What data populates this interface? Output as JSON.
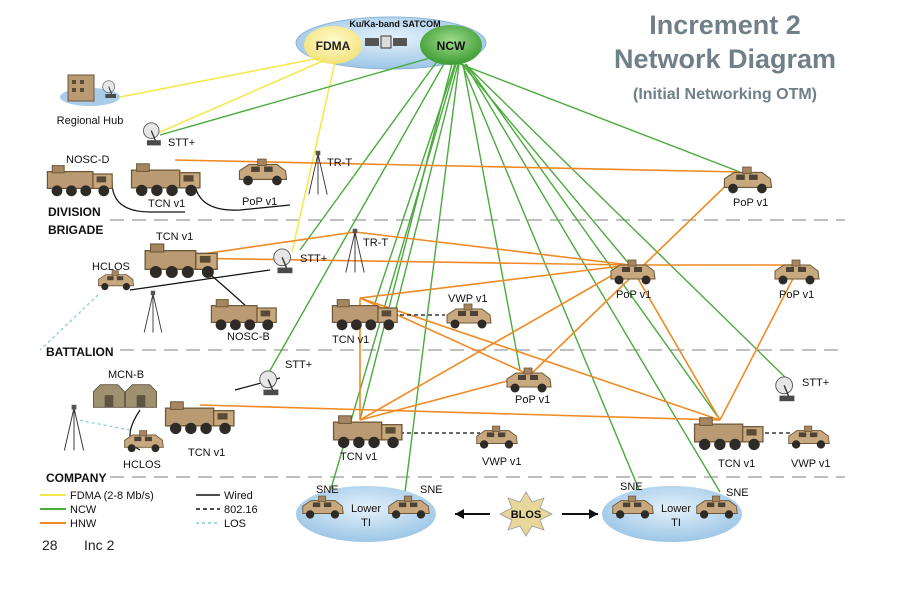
{
  "title": {
    "line1": "Increment 2",
    "line2": "Network Diagram",
    "line3": "(Initial Networking OTM)"
  },
  "colors": {
    "fdma": "#f4e94c",
    "ncw": "#4aaa3c",
    "hnw": "#f08a24",
    "los": "#7ec8e3",
    "title": "#6f8088",
    "vehicle": "#b99a73",
    "cloud": "#a9cde9"
  },
  "satcom": {
    "label": "Ku/Ka-band SATCOM",
    "fdma": "FDMA",
    "ncw": "NCW"
  },
  "echelons": {
    "division": "DIVISION",
    "brigade": "BRIGADE",
    "battalion": "BATTALION",
    "company": "COMPANY"
  },
  "nodes": {
    "regional_hub": "Regional Hub",
    "nosc_d": "NOSC-D",
    "stt_div": "STT+",
    "tcn_div": "TCN v1",
    "pop_div": "PoP v1",
    "trt_div": "TR-T",
    "pop_div_right": "PoP v1",
    "tcn_bde": "TCN v1",
    "hclos_bde": "HCLOS",
    "stt_bde": "STT+",
    "trt_bde": "TR-T",
    "nosc_b": "NOSC-B",
    "tcn_bde_center": "TCN v1",
    "vwp_bde": "VWP v1",
    "pop_bde_1": "PoP v1",
    "pop_bde_2": "PoP v1",
    "mcn_b": "MCN-B",
    "stt_bn": "STT+",
    "tcn_bn": "TCN v1",
    "hclos_bn": "HCLOS",
    "pop_bn": "PoP v1",
    "tcn_bn_center": "TCN v1",
    "vwp_bn_center": "VWP v1",
    "stt_bn_right": "STT+",
    "tcn_bn_right": "TCN v1",
    "vwp_bn_right": "VWP v1",
    "sne_1": "SNE",
    "sne_2": "SNE",
    "sne_3": "SNE",
    "sne_4": "SNE",
    "lower_ti_1_a": "Lower",
    "lower_ti_1_b": "TI",
    "lower_ti_2_a": "Lower",
    "lower_ti_2_b": "TI",
    "blos": "BLOS"
  },
  "legend": {
    "fdma": "FDMA (2-8 Mb/s)",
    "ncw": "NCW",
    "hnw": "HNW",
    "wired": "Wired",
    "r80216": "802.16",
    "los": "LOS"
  },
  "footer": {
    "page": "28",
    "inc": "Inc 2"
  }
}
